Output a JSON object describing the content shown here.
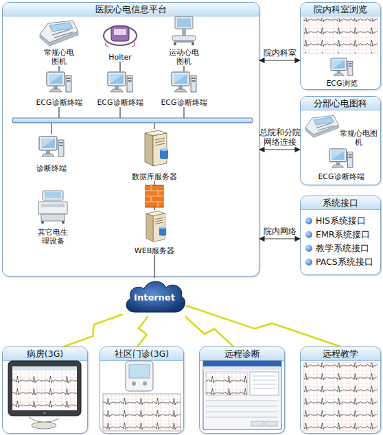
{
  "diagram": {
    "nodes": [
      {
        "text": [
          "医院心电信息平台"
        ]
      },
      {
        "text": [
          "常规心电图机"
        ],
        "in": 0
      },
      {
        "text": [
          "Holter"
        ],
        "in": 0
      },
      {
        "text": [
          "运动心电图机"
        ],
        "in": 0
      },
      {
        "text": [
          "ECG诊断终端"
        ],
        "in": 0
      },
      {
        "text": [
          "ECG诊断终端"
        ],
        "in": 0
      },
      {
        "text": [
          "ECG诊断终端"
        ],
        "in": 0
      },
      {
        "text": [
          "诊断终端"
        ],
        "in": 0
      },
      {
        "text": [
          "数据库服务器"
        ],
        "in": 0
      },
      {
        "text": [
          "其它电生理设备"
        ],
        "in": 0
      },
      {
        "text": [
          "WEB服务器"
        ],
        "in": 0
      },
      {
        "text": [
          "院内科室浏览"
        ]
      },
      {
        "text": [
          "ECG浏览"
        ],
        "in": 11
      },
      {
        "text": [
          "分部心电图科"
        ]
      },
      {
        "text": [
          "常规心电图机"
        ],
        "in": 13
      },
      {
        "text": [
          "ECG诊断终端"
        ],
        "in": 13
      },
      {
        "text": [
          "系统接口",
          "HIS系统接口",
          "EMR系统接口",
          "教学系统接口",
          "PACS系统接口"
        ]
      },
      {
        "text": [
          "Internet"
        ]
      },
      {
        "text": [
          "病房(3G)"
        ]
      },
      {
        "text": [
          "社区门诊(3G)"
        ]
      },
      {
        "text": [
          "远程诊断"
        ]
      },
      {
        "text": [
          "远程教学"
        ]
      }
    ],
    "edges": [
      {
        "from": 1,
        "to": 4,
        "arrow": "none"
      },
      {
        "from": 2,
        "to": 5,
        "arrow": "none"
      },
      {
        "from": 3,
        "to": 6,
        "arrow": "none"
      },
      {
        "from": 8,
        "to": 10,
        "arrow": "none"
      },
      {
        "from": 10,
        "to": 17,
        "arrow": "none"
      },
      {
        "from": 0,
        "to": 11,
        "arrow": "both",
        "label": "院内科室"
      },
      {
        "from": 0,
        "to": 13,
        "arrow": "both",
        "label": "总院和分院网络连接"
      },
      {
        "from": 0,
        "to": 16,
        "arrow": "both",
        "label": "院内网络"
      },
      {
        "from": 17,
        "to": 18,
        "arrow": "none"
      },
      {
        "from": 17,
        "to": 19,
        "arrow": "none"
      },
      {
        "from": 17,
        "to": 20,
        "arrow": "none"
      },
      {
        "from": 17,
        "to": 21,
        "arrow": "none"
      }
    ]
  }
}
